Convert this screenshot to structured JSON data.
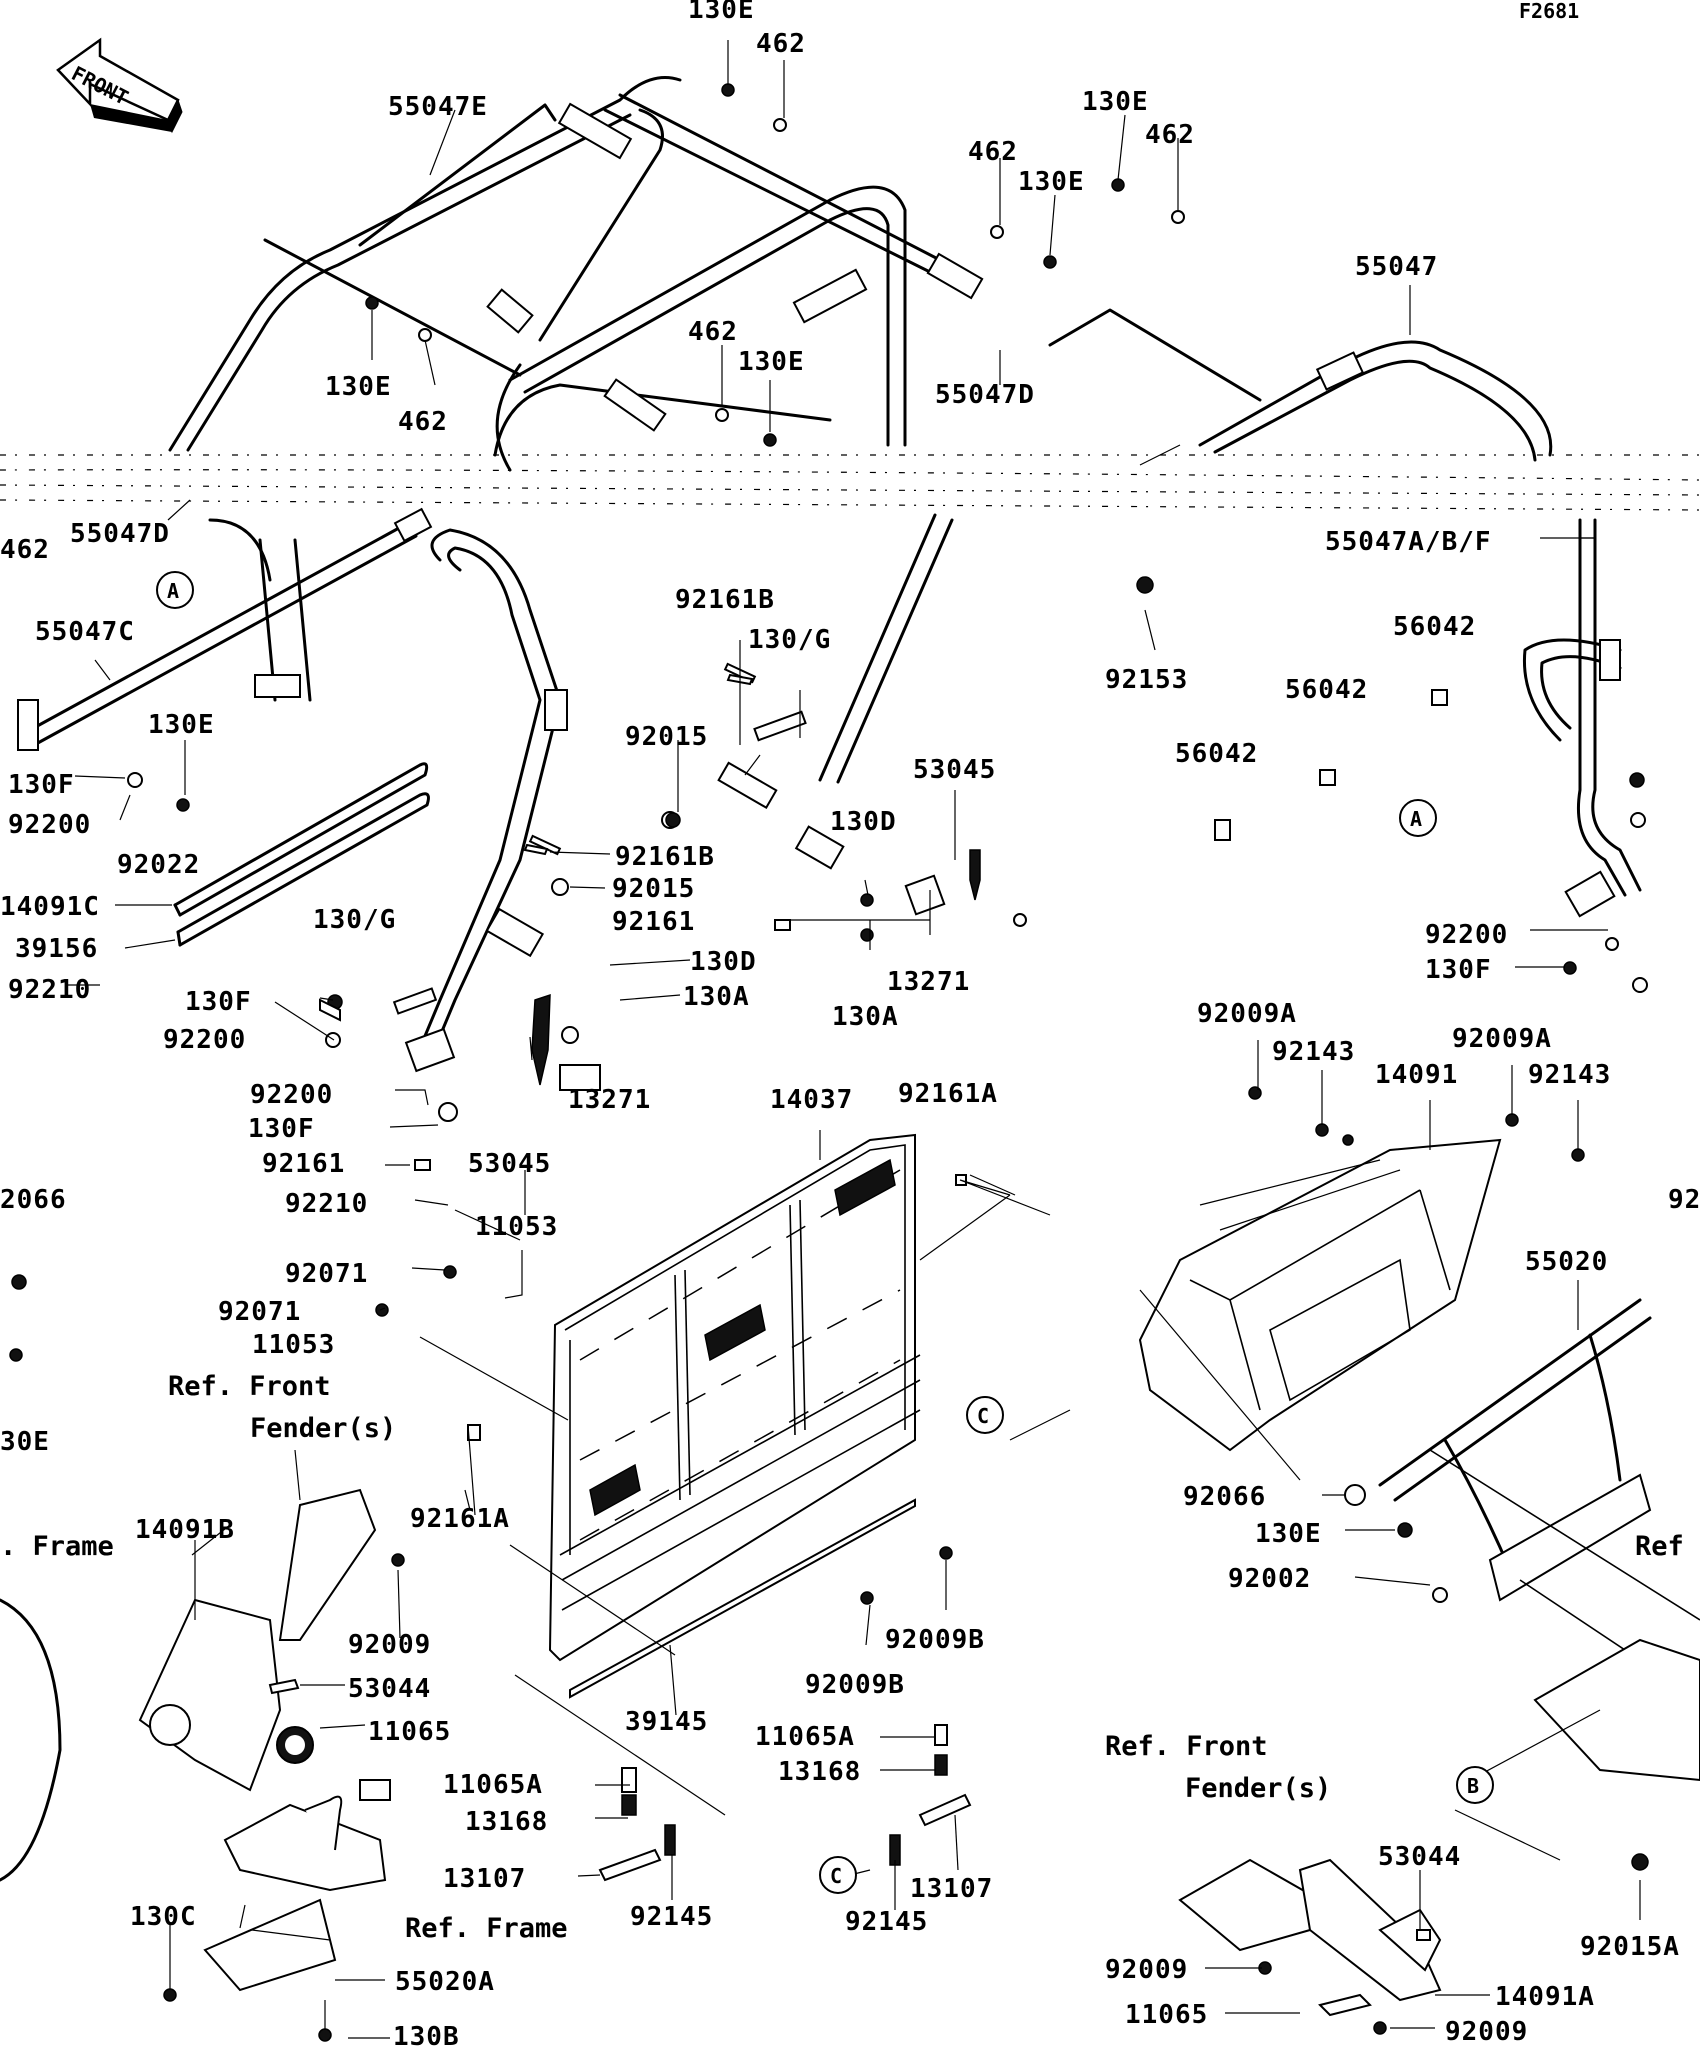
{
  "figure": {
    "code": "F2681",
    "front_arrow_text": "FRONT"
  },
  "callouts": {
    "a": "A",
    "b": "B",
    "c": "C"
  },
  "labels": {
    "130E_a": "130E",
    "462_a": "462",
    "55047E": "55047E",
    "130E_b": "130E",
    "462_b": "462",
    "462_c": "462",
    "130E_c": "130E",
    "55047": "55047",
    "130E_d": "130E",
    "462_d": "462",
    "462_e": "462",
    "130E_e": "130E",
    "55047D_a": "55047D",
    "462_f": "462",
    "55047D_b": "55047D",
    "55047ABF": "55047A/B/F",
    "55047C": "55047C",
    "92161B_a": "92161B",
    "130G_a": "130/G",
    "92015_a": "92015",
    "53045_a": "53045",
    "130D_a": "130D",
    "56042_a": "56042",
    "56042_b": "56042",
    "56042_c": "56042",
    "92153": "92153",
    "130E_f": "130E",
    "130F_a": "130F",
    "92200_a": "92200",
    "92022": "92022",
    "14091C": "14091C",
    "39156": "39156",
    "92210_a": "92210",
    "92161B_b": "92161B",
    "92015_b": "92015",
    "92161_a": "92161",
    "130D_b": "130D",
    "130A_a": "130A",
    "130A_b": "130A",
    "13271_a": "13271",
    "130G_b": "130/G",
    "130F_b": "130F",
    "92200_b": "92200",
    "92200_c": "92200",
    "130F_c": "130F",
    "92161_b": "92161",
    "92210_b": "92210",
    "13271_b": "13271",
    "53045_b": "53045",
    "92200_d": "92200",
    "130F_d": "130F",
    "92009A_a": "92009A",
    "92143_a": "92143",
    "14091": "14091",
    "92009A_b": "92009A",
    "92143_b": "92143",
    "14037": "14037",
    "92161A_a": "92161A",
    "92066_a": "2066",
    "11053_a": "11053",
    "92071_a": "92071",
    "92071_b": "92071",
    "11053_b": "11053",
    "130E_g": "30E",
    "92_cut": "92",
    "55020": "55020",
    "92161A_b": "92161A",
    "92066_b": "92066",
    "130E_h": "130E",
    "92002": "92002",
    "ref_frame_right": "Ref",
    "ref_frame_left": ". Frame",
    "14091B": "14091B",
    "92009_a": "92009",
    "53044_a": "53044",
    "11065_a": "11065",
    "92009B_a": "92009B",
    "92009B_b": "92009B",
    "39145": "39145",
    "11065A_a": "11065A",
    "13168_a": "13168",
    "11065A_b": "11065A",
    "13168_b": "13168",
    "13107_a": "13107",
    "92145_a": "92145",
    "92145_b": "92145",
    "13107_b": "13107",
    "130C": "130C",
    "ref_frame_bottom": "Ref. Frame",
    "55020A": "55020A",
    "130B": "130B",
    "53044_b": "53044",
    "92009_b": "92009",
    "11065_b": "11065",
    "14091A": "14091A",
    "92009_c": "92009",
    "92015A": "92015A"
  },
  "references": {
    "front_fender_left_1": "Ref. Front",
    "front_fender_left_2": "Fender(s)",
    "front_fender_right_1": "Ref. Front",
    "front_fender_right_2": "Fender(s)"
  }
}
